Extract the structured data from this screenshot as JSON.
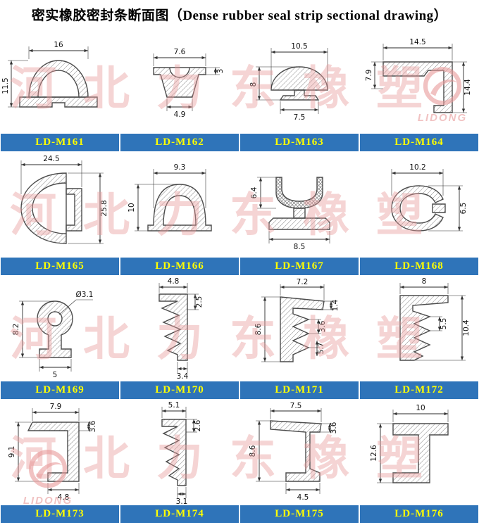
{
  "title": {
    "zh": "密实橡胶密封条断面图",
    "en": "（Dense rubber seal strip sectional drawing）"
  },
  "watermark": {
    "text": "河北力东橡塑",
    "logo": "LIDONG"
  },
  "colors": {
    "label_bar": "#2F74B9",
    "label_text": "#FFFF00",
    "watermark": "#E89B9B"
  },
  "cells": [
    {
      "id": "LD-M161",
      "dims": [
        "16",
        "11.5"
      ]
    },
    {
      "id": "LD-M162",
      "dims": [
        "7.6",
        "3",
        "4.9"
      ]
    },
    {
      "id": "LD-M163",
      "dims": [
        "10.5",
        "8",
        "7.5"
      ]
    },
    {
      "id": "LD-M164",
      "dims": [
        "14.5",
        "7.9",
        "14.4"
      ]
    },
    {
      "id": "LD-M165",
      "dims": [
        "24.5",
        "25.8"
      ]
    },
    {
      "id": "LD-M166",
      "dims": [
        "9.3",
        "10"
      ]
    },
    {
      "id": "LD-M167",
      "dims": [
        "6.4",
        "8.5"
      ]
    },
    {
      "id": "LD-M168",
      "dims": [
        "10.2",
        "6.5"
      ]
    },
    {
      "id": "LD-M169",
      "dims": [
        "Ø3.1",
        "8.2",
        "5"
      ]
    },
    {
      "id": "LD-M170",
      "dims": [
        "4.8",
        "2.5",
        "3.4"
      ]
    },
    {
      "id": "LD-M171",
      "dims": [
        "7.2",
        "1.4",
        "3.6",
        "5.7",
        "8.6"
      ]
    },
    {
      "id": "LD-M172",
      "dims": [
        "8",
        "5.5",
        "10.4"
      ]
    },
    {
      "id": "LD-M173",
      "dims": [
        "7.9",
        "3.6",
        "9.1",
        "4.8"
      ]
    },
    {
      "id": "LD-M174",
      "dims": [
        "5.1",
        "2.6",
        "3.1"
      ]
    },
    {
      "id": "LD-M175",
      "dims": [
        "7.5",
        "3.6",
        "8.6",
        "4.5"
      ]
    },
    {
      "id": "LD-M176",
      "dims": [
        "10",
        "12.6"
      ]
    }
  ]
}
